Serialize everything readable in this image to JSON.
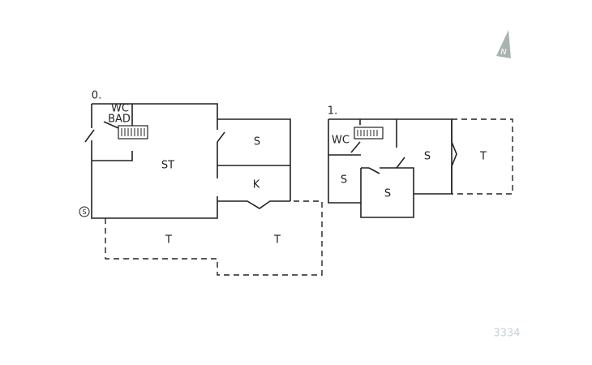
{
  "floor0": {
    "label": "0.",
    "rooms": {
      "wc": "WC",
      "bad": "BAD",
      "st": "ST",
      "s": "S",
      "k": "K",
      "t1": "T",
      "t2": "T"
    },
    "stair_symbol": "S"
  },
  "floor1": {
    "label": "1.",
    "rooms": {
      "wc": "WC",
      "s1": "S",
      "s2": "S",
      "s3": "S",
      "t": "T"
    }
  },
  "north": "N",
  "code": "3334",
  "colors": {
    "wall": "#222222",
    "north": "#a9b4b1",
    "code": "#c5d2d8"
  }
}
